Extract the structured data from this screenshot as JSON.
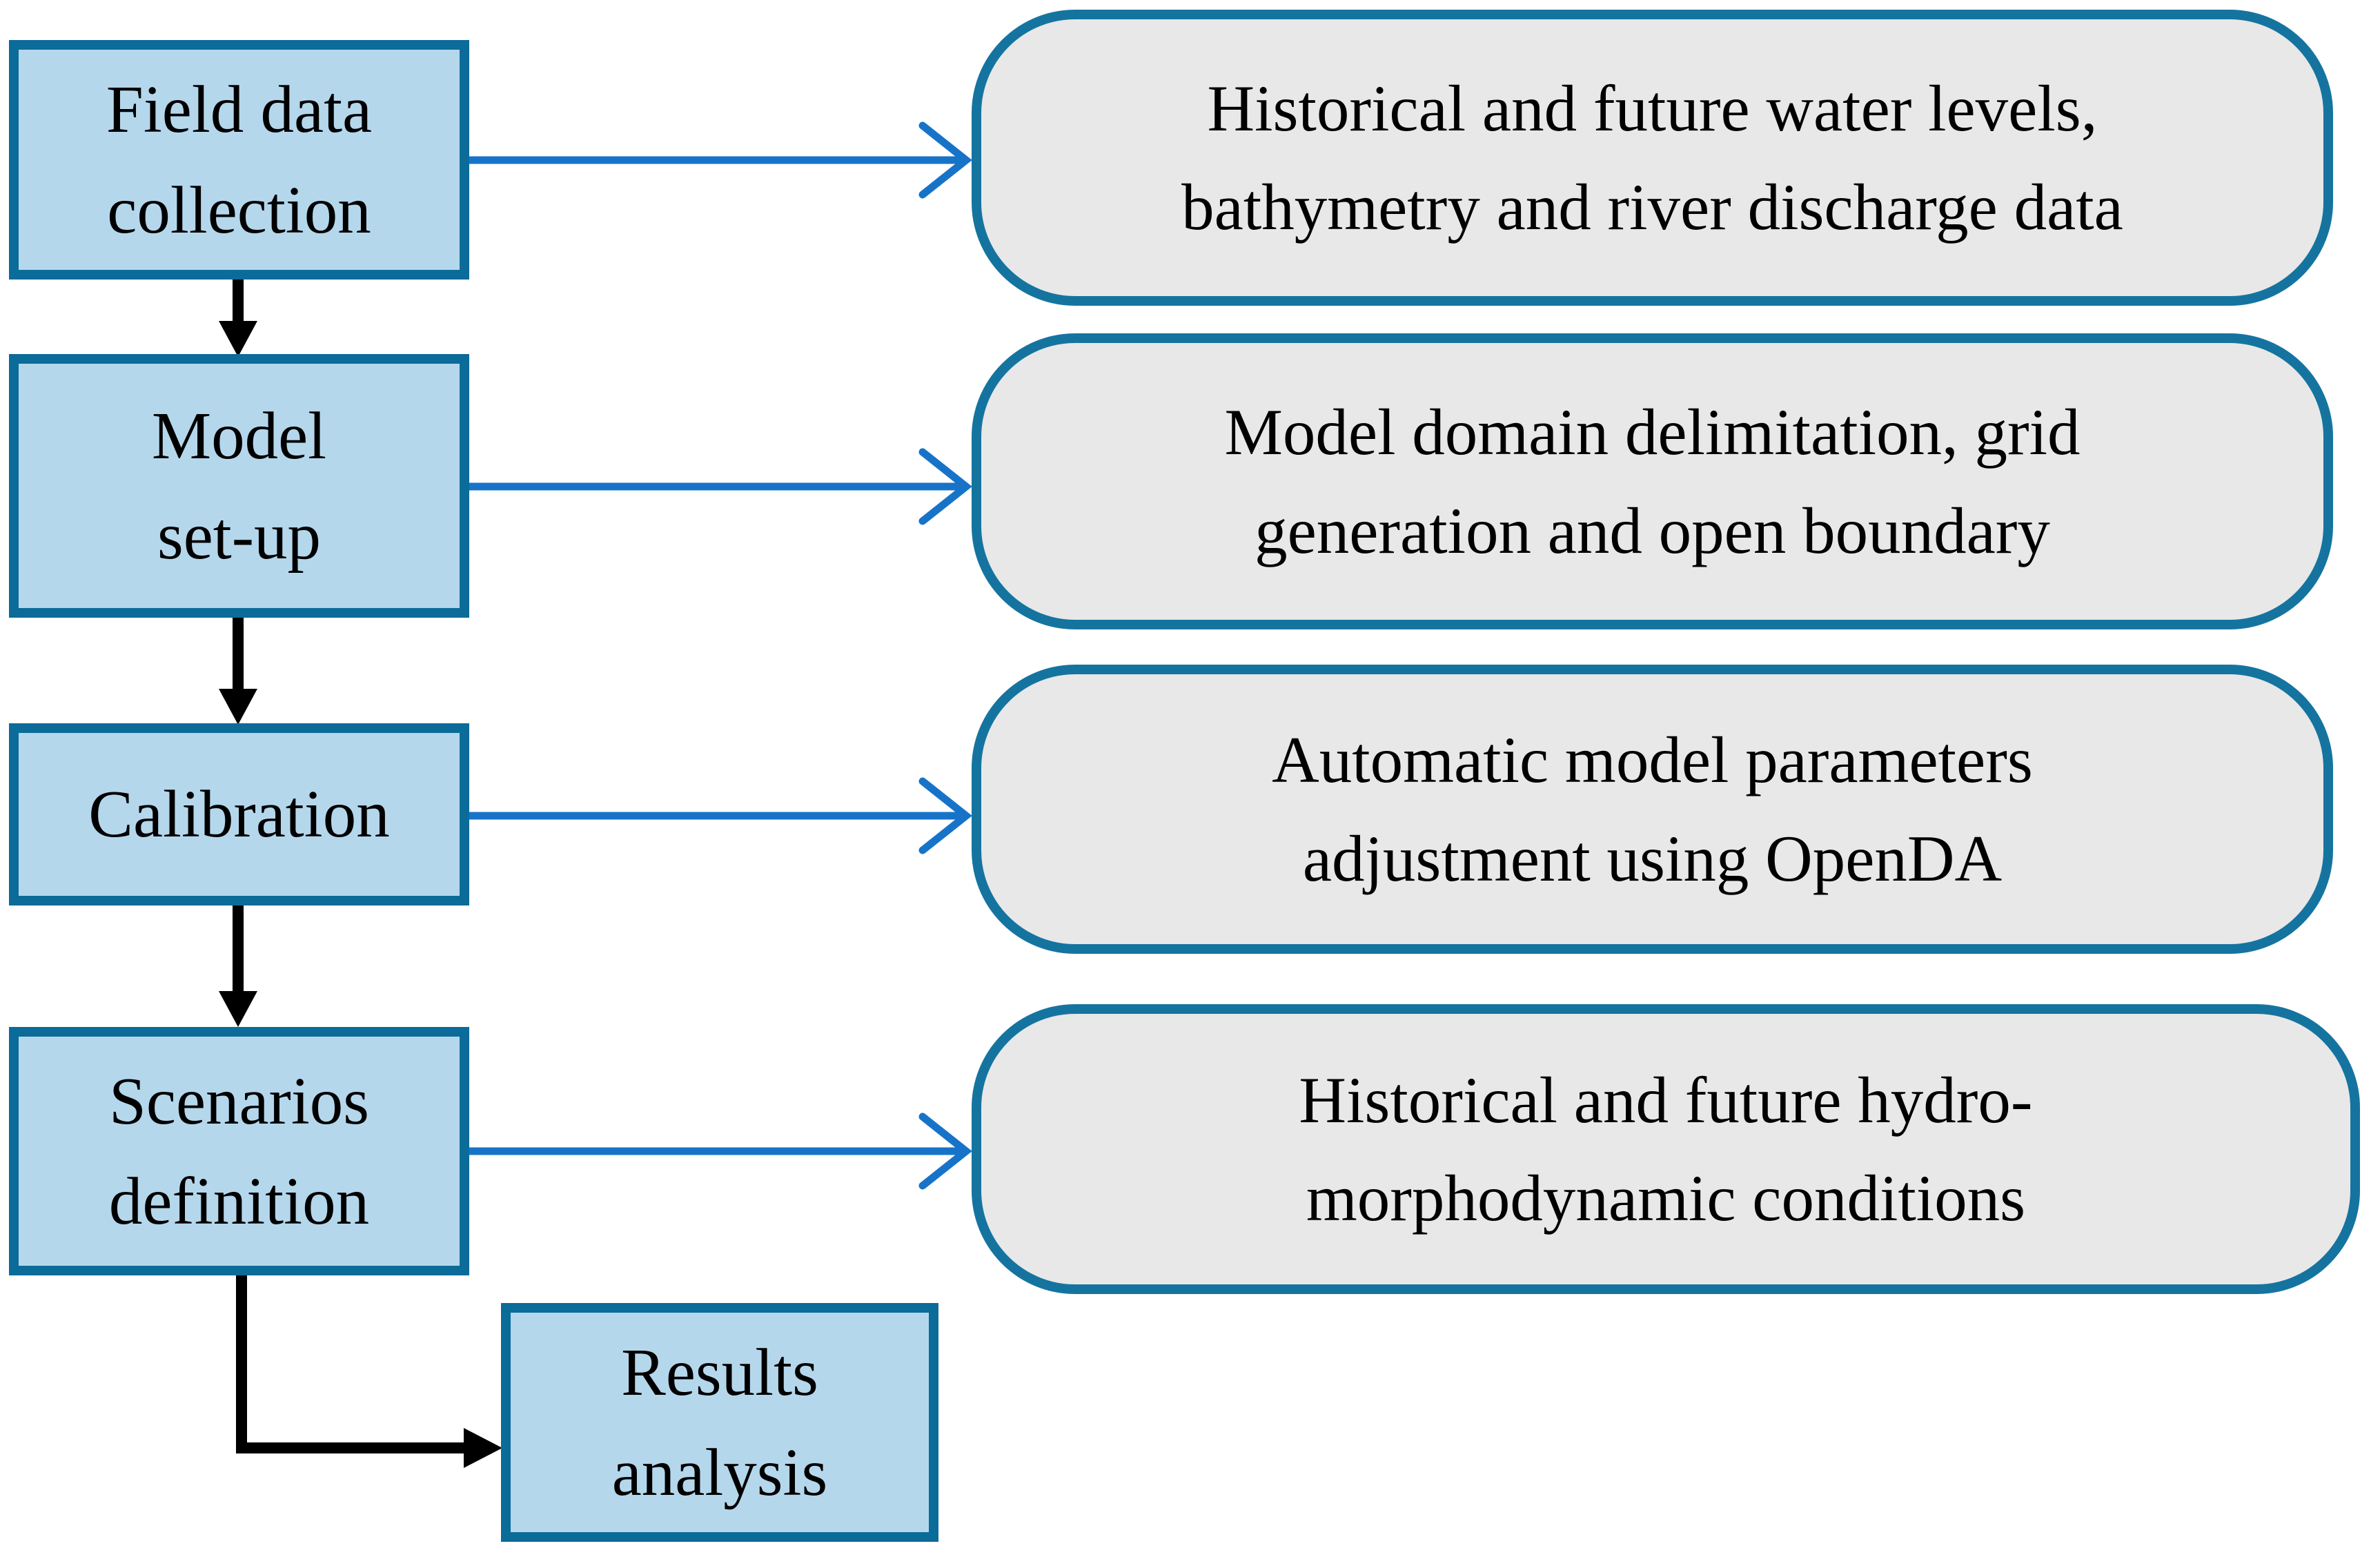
{
  "colors": {
    "background": "#ffffff",
    "text": "#000000",
    "node_fill": "#b5d7ec",
    "node_border": "#0b6b99",
    "capsule_fill": "#e8e8e8",
    "capsule_border": "#15749f",
    "arrow_blue": "#1773c8",
    "arrow_black": "#000000"
  },
  "left_nodes": [
    {
      "name": "field-data-collection",
      "lines": [
        "Field data",
        "collection"
      ]
    },
    {
      "name": "model-set-up",
      "lines": [
        "Model",
        "set-up"
      ]
    },
    {
      "name": "calibration",
      "lines": [
        "Calibration"
      ]
    },
    {
      "name": "scenarios-definition",
      "lines": [
        "Scenarios",
        "definition"
      ]
    },
    {
      "name": "results-analysis",
      "lines": [
        "Results",
        "analysis"
      ]
    }
  ],
  "right_capsules": [
    {
      "lines": [
        "Historical and future water levels,",
        "bathymetry and river discharge data"
      ]
    },
    {
      "lines": [
        "Model domain delimitation, grid",
        "generation and open boundary"
      ]
    },
    {
      "lines": [
        "Automatic model parameters",
        "adjustment using OpenDA"
      ]
    },
    {
      "lines": [
        "Historical and future hydro-",
        "morphodynamic conditions"
      ]
    }
  ]
}
